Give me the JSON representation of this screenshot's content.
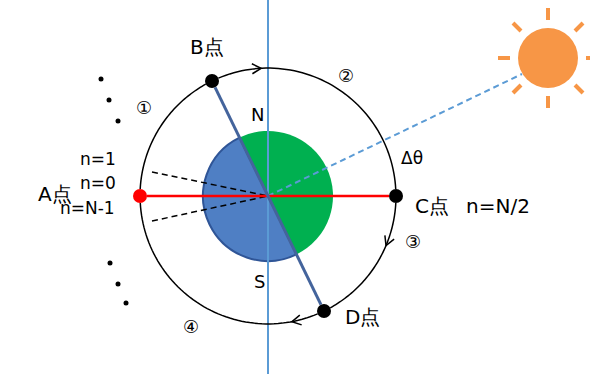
{
  "diagram": {
    "nodes": [
      {
        "text": [
          "B点"
        ]
      },
      {
        "text": [
          "A点"
        ]
      },
      {
        "text": [
          "N",
          "S"
        ]
      },
      {
        "text": [
          "C点",
          "n=N/2"
        ]
      },
      {
        "text": [
          "D点"
        ]
      }
    ],
    "edges": [
      {
        "from": 1,
        "to": 0,
        "arrow": "none",
        "label": "①"
      },
      {
        "from": 0,
        "to": 3,
        "arrow": "to",
        "label": "②"
      },
      {
        "from": 3,
        "to": 4,
        "arrow": "to",
        "label": "③"
      },
      {
        "from": 4,
        "to": 1,
        "arrow": "to",
        "label": "④"
      },
      {
        "from": 1,
        "to": 3,
        "arrow": "none"
      },
      {
        "from": 0,
        "to": 4,
        "arrow": "none"
      }
    ],
    "labels": [
      "n=1",
      "n=0",
      "n=N-1",
      "Δθ"
    ]
  }
}
